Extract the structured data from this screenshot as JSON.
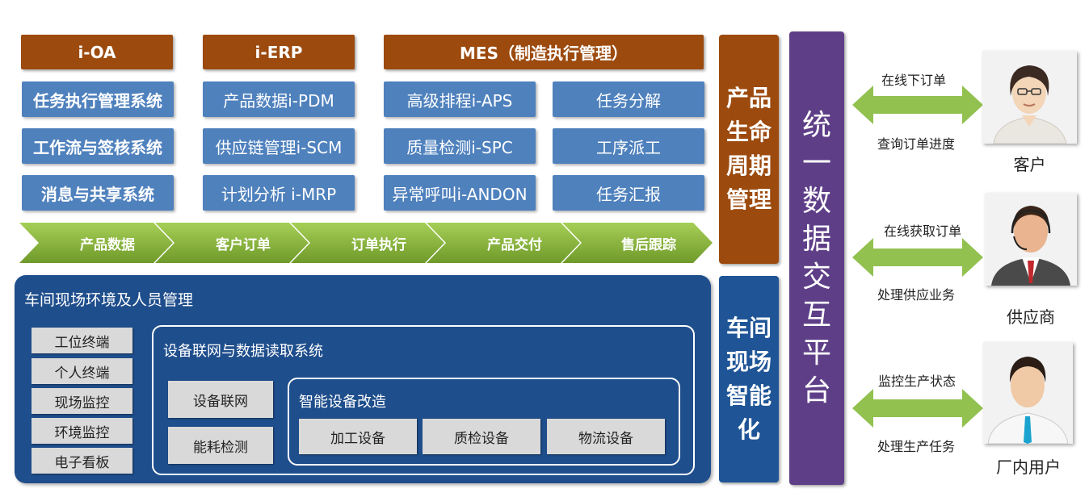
{
  "header_row": {
    "ioa": "i-OA",
    "ierp": "i-ERP",
    "mes": "MES（制造执行管理）"
  },
  "ioa_items": [
    "任务执行管理系统",
    "工作流与签核系统",
    "消息与共享系统"
  ],
  "ierp_items": [
    "产品数据i-PDM",
    "供应链管理i-SCM",
    "计划分析 i-MRP"
  ],
  "mes_left_items": [
    "高级排程i-APS",
    "质量检测i-SPC",
    "异常呼叫i-ANDON"
  ],
  "mes_right_items": [
    "任务分解",
    "工序派工",
    "任务汇报"
  ],
  "process_flow": [
    "产品数据",
    "客户订单",
    "订单执行",
    "产品交付",
    "售后跟踪"
  ],
  "plm": {
    "lines": [
      "产品",
      "生命",
      "周期",
      "管理"
    ]
  },
  "shopfloor_smart": {
    "lines": [
      "车间",
      "现场",
      "智能",
      "化"
    ]
  },
  "platform": {
    "chars": [
      "统",
      "一",
      "数",
      "据",
      "交",
      "互",
      "平",
      "台"
    ]
  },
  "workshop": {
    "title": "车间现场环境及人员管理",
    "left_items": [
      "工位终端",
      "个人终端",
      "现场监控",
      "环境监控",
      "电子看板"
    ],
    "netsys": {
      "title": "设备联网与数据读取系统",
      "items": [
        "设备联网",
        "能耗检测"
      ],
      "smart": {
        "title": "智能设备改造",
        "items": [
          "加工设备",
          "质检设备",
          "物流设备"
        ]
      }
    }
  },
  "actors": [
    {
      "name": "客户",
      "top_label": "在线下订单",
      "bottom_label": "查询订单进度"
    },
    {
      "name": "供应商",
      "top_label": "在线获取订单",
      "bottom_label": "处理供应业务"
    },
    {
      "name": "厂内用户",
      "top_label": "监控生产状态",
      "bottom_label": "处理生产任务"
    }
  ],
  "colors": {
    "header_brown": "#9c4a0e",
    "module_blue": "#4f81bd",
    "flow_green": "#8bb83a",
    "workshop_navy": "#1f4e8c",
    "platform_purple": "#5e3f87",
    "arrow_green": "#92c150"
  }
}
